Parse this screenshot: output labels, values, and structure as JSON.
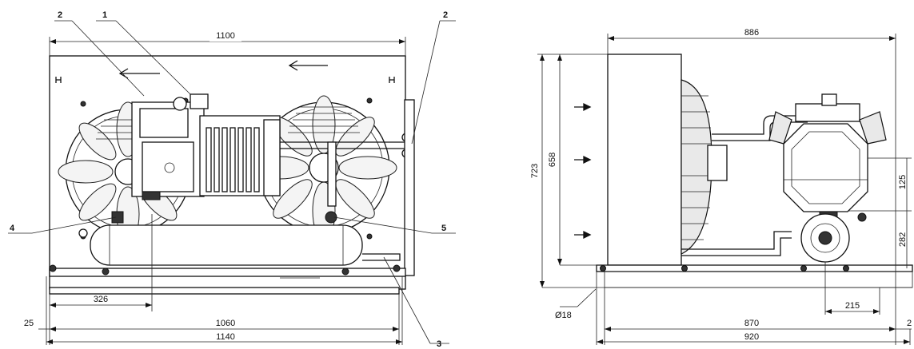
{
  "front_view": {
    "callouts": {
      "c1": "1",
      "c2_left": "2",
      "c2_right": "2",
      "c3": "3",
      "c4": "4",
      "c5": "5"
    },
    "dimensions": {
      "overall_top": "1100",
      "offset_326": "326",
      "edge_25": "25",
      "base_1060": "1060",
      "base_1140": "1140"
    }
  },
  "side_view": {
    "dimensions": {
      "top_886": "886",
      "height_723": "723",
      "height_658": "658",
      "right_125": "125",
      "right_282": "282",
      "hole_d18": "Ø18",
      "right_215": "215",
      "base_870": "870",
      "base_920": "920",
      "edge_2": "2"
    }
  }
}
